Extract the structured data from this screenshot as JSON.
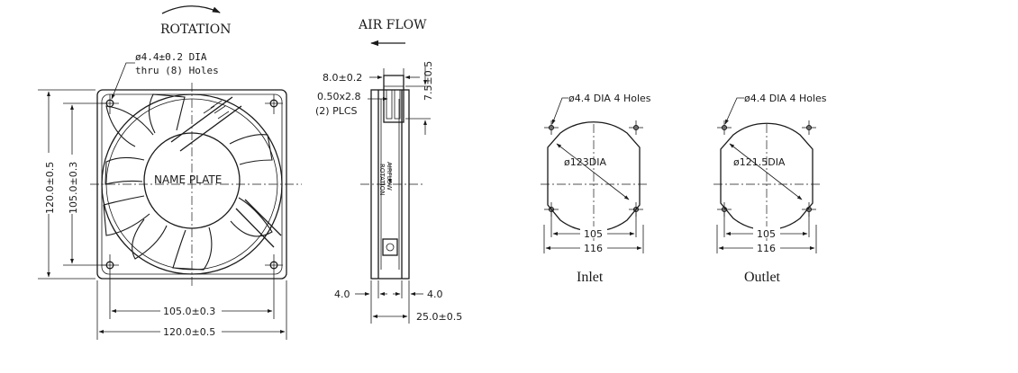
{
  "labels": {
    "rotation": "ROTATION",
    "air_flow": "AIR FLOW",
    "mount_hole_line1": "ø4.4±0.2 DIA",
    "mount_hole_line2": "thru (8) Holes",
    "name_plate": "NAME PLATE",
    "dim_height_overall": "120.0±0.5",
    "dim_height_holes": "105.0±0.3",
    "dim_width_holes": "105.0±0.3",
    "dim_width_overall": "120.0±0.5",
    "side_dim_top": "8.0±0.2",
    "side_terminal": "0.50x2.8",
    "side_plcs": "(2) PLCS",
    "side_dim_vertical": "7.5±0.5",
    "side_left_flange": "4.0",
    "side_right_flange": "4.0",
    "side_depth": "25.0±0.5",
    "side_label_airflow": "AIRFLOW",
    "side_label_rotation": "ROTATION",
    "inlet_holes": "ø4.4 DIA 4 Holes",
    "inlet_dia": "ø123DIA",
    "inlet_dim_inner": "105",
    "inlet_dim_outer": "116",
    "inlet_caption": "Inlet",
    "outlet_holes": "ø4.4 DIA 4 Holes",
    "outlet_dia": "ø121.5DIA",
    "outlet_dim_inner": "105",
    "outlet_dim_outer": "116",
    "outlet_caption": "Outlet"
  },
  "colors": {
    "ink": "#1a1a1a",
    "background": "#ffffff"
  }
}
